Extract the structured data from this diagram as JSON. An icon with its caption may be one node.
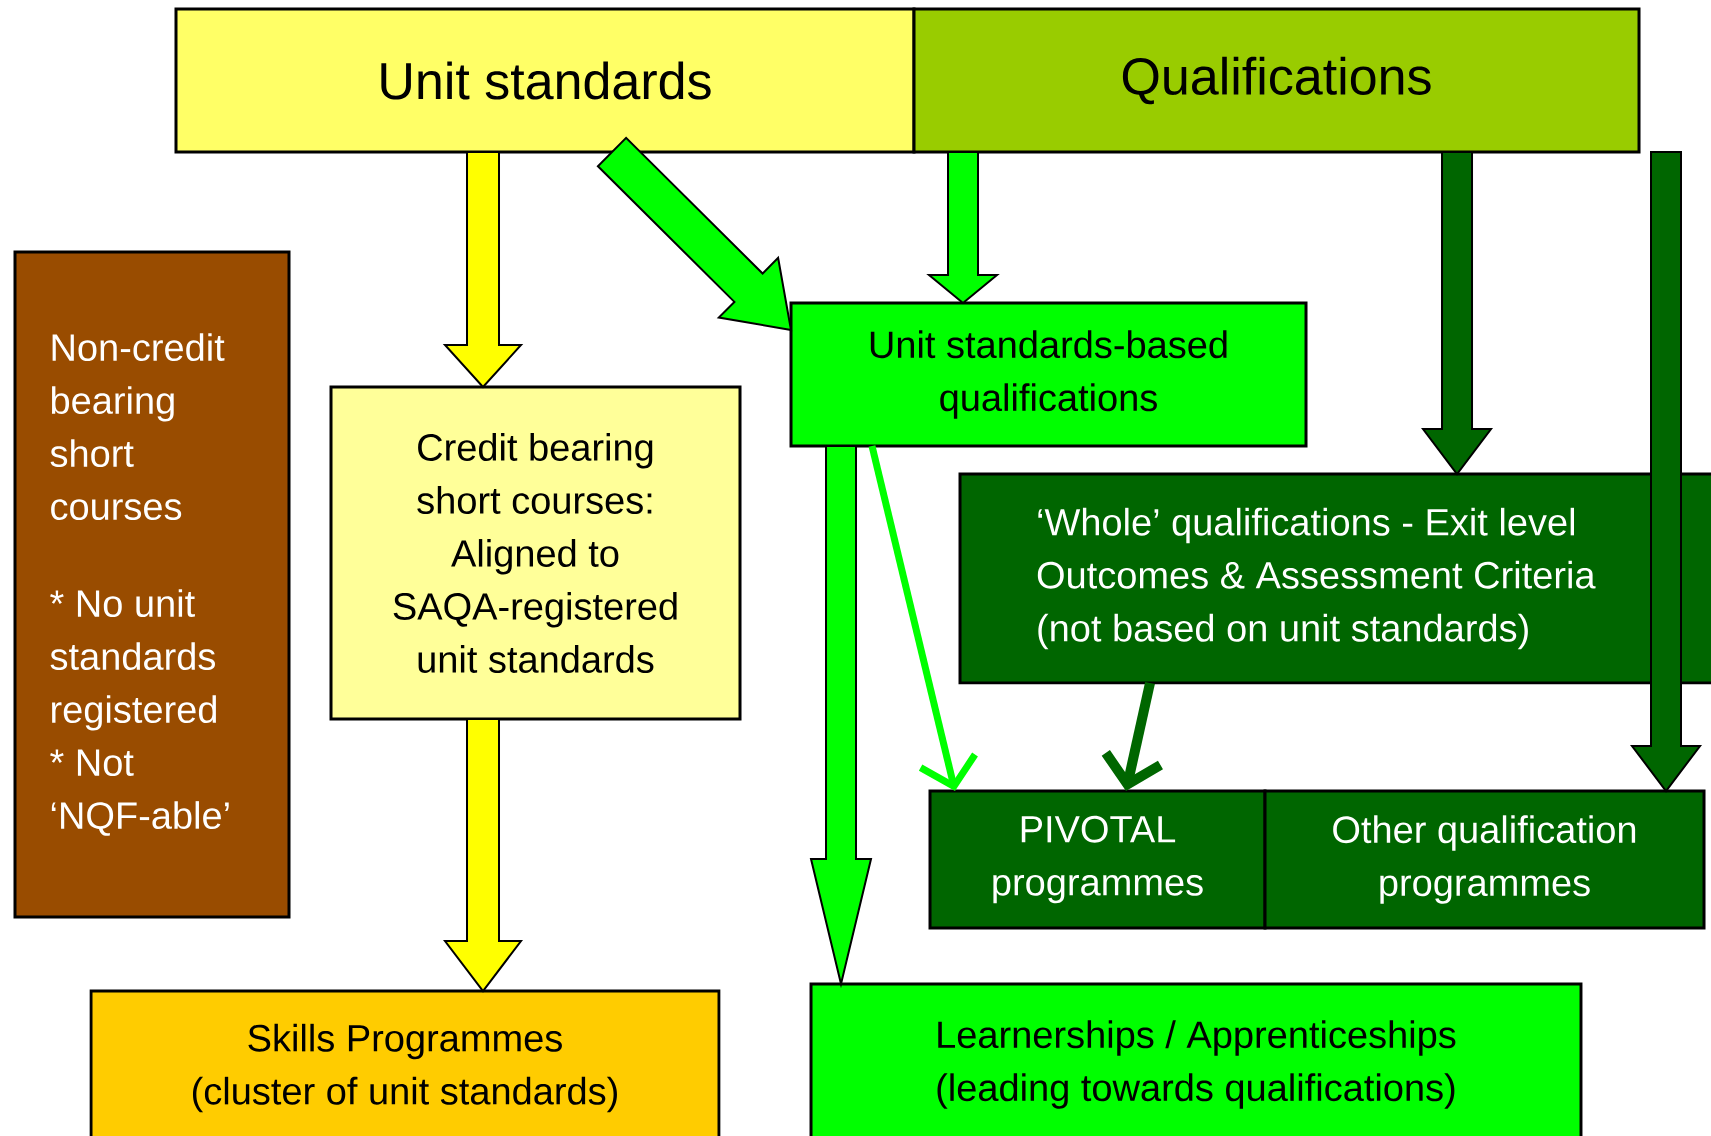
{
  "diagram": {
    "nodes": [
      {
        "text": [
          "Unit standards"
        ]
      },
      {
        "text": [
          "Qualifications"
        ]
      },
      {
        "text": [
          "Non-credit bearing short courses",
          "* No unit standards registered",
          "* Not ‘NQF-able’"
        ]
      },
      {
        "text": [
          "Credit bearing short courses: Aligned to SAQA-registered unit standards"
        ]
      },
      {
        "text": [
          "Unit standards-based qualifications"
        ]
      },
      {
        "text": [
          "‘Whole’ qualifications - Exit level Outcomes & Assessment Criteria (not based on unit standards)"
        ]
      },
      {
        "text": [
          "PIVOTAL programmes"
        ]
      },
      {
        "text": [
          "Other qualification programmes"
        ]
      },
      {
        "text": [
          "Skills Programmes",
          "(cluster of unit standards)"
        ]
      },
      {
        "text": [
          "Learnerships / Apprenticeships",
          "(leading towards qualifications)"
        ]
      }
    ],
    "edges": [
      {
        "from": 0,
        "to": 3,
        "arrow": "to",
        "style": "thick",
        "color": "#ffff00"
      },
      {
        "from": 3,
        "to": 8,
        "arrow": "to",
        "style": "thick",
        "color": "#ffff00"
      },
      {
        "from": 0,
        "to": 4,
        "arrow": "to",
        "style": "thick"
      },
      {
        "from": 1,
        "to": 4,
        "arrow": "to",
        "style": "thick"
      },
      {
        "from": 1,
        "to": 5,
        "arrow": "to",
        "style": "thick",
        "color": "#006600"
      },
      {
        "from": 1,
        "to": 7,
        "arrow": "to",
        "style": "thick",
        "color": "#006600"
      },
      {
        "from": 4,
        "to": 9,
        "arrow": "to",
        "style": "thick"
      },
      {
        "from": 4,
        "to": 6,
        "arrow": "to"
      },
      {
        "from": 5,
        "to": 6,
        "arrow": "to",
        "color": "#006600"
      }
    ]
  }
}
